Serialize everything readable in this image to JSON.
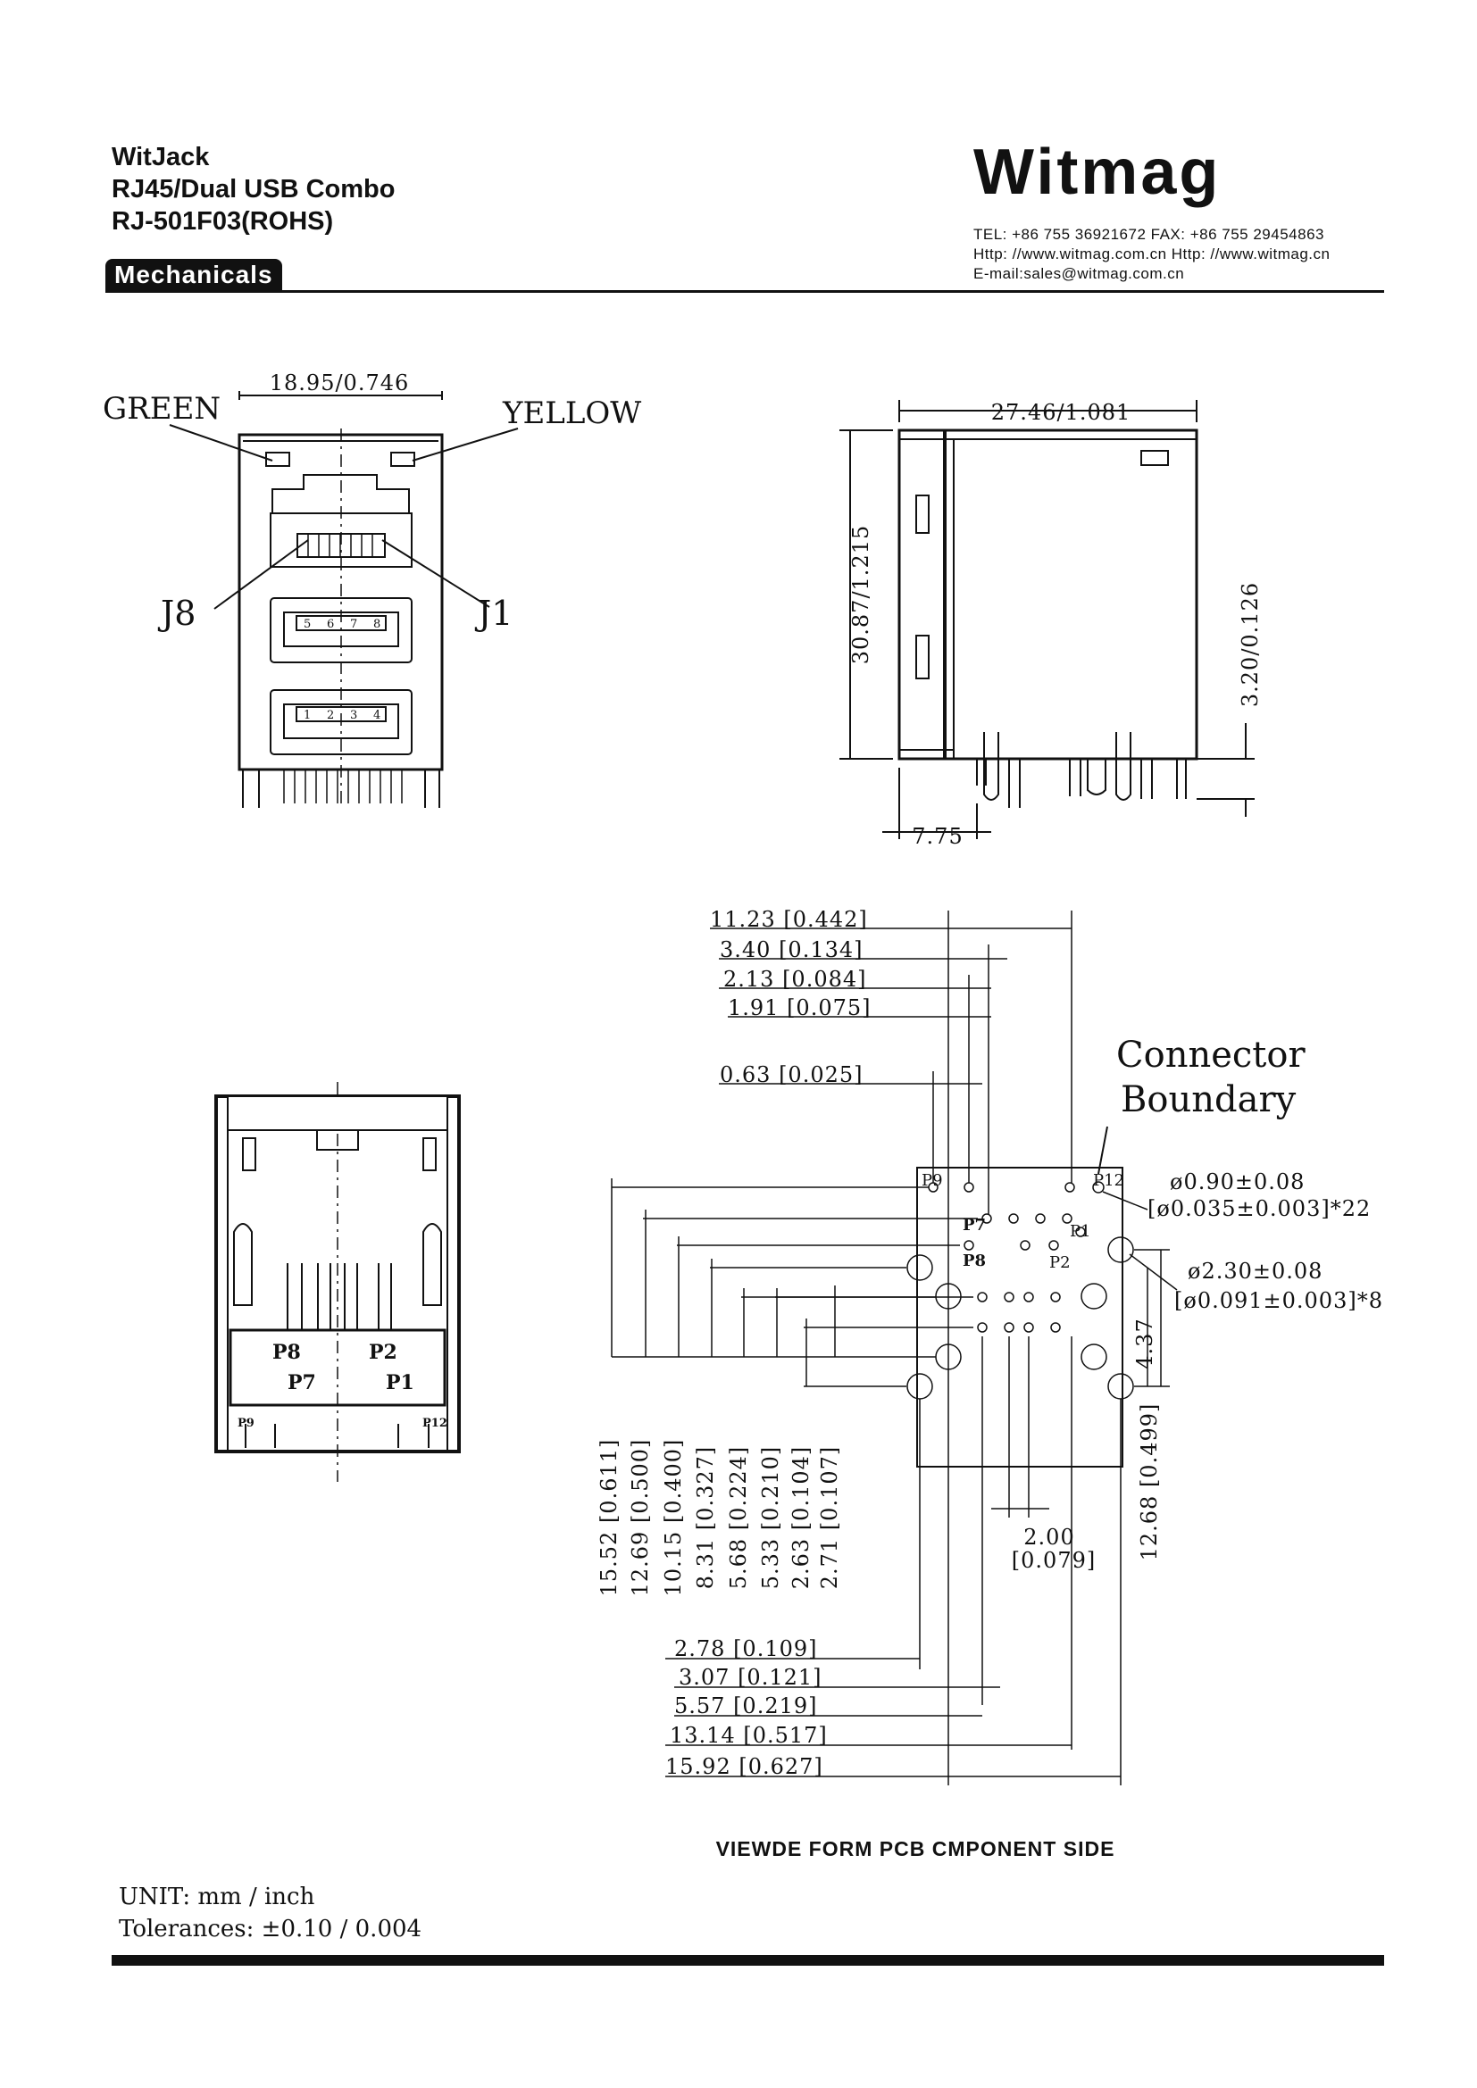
{
  "header": {
    "title_lines": [
      "WitJack",
      "RJ45/Dual USB Combo",
      "RJ-501F03(ROHS)"
    ],
    "section": "Mechanicals",
    "brand": "Witmag",
    "contact": [
      "TEL: +86  755  36921672   FAX: +86  755  29454863",
      "Http: //www.witmag.com.cn    Http: //www.witmag.cn",
      "E-mail:sales@witmag.com.cn"
    ]
  },
  "front_view": {
    "width_dim": "18.95/0.746",
    "led_left": "GREEN",
    "led_right": "YELLOW",
    "pin_left": "J8",
    "pin_right": "J1",
    "usb_top_pins": [
      "5",
      "6",
      "7",
      "8"
    ],
    "usb_bottom_pins": [
      "1",
      "2",
      "3",
      "4"
    ]
  },
  "side_view": {
    "depth_dim": "27.46/1.081",
    "height_dim": "30.87/1.215",
    "tail_dim": "3.20/0.126",
    "offset_dim": "7.75"
  },
  "bottom_view": {
    "pin_labels": [
      "P8",
      "P2",
      "P7",
      "P1",
      "P9",
      "P12"
    ]
  },
  "pcb_layout": {
    "connector_label": [
      "Connector",
      "Boundary"
    ],
    "pin_labels": [
      "P9",
      "P12",
      "P7",
      "P1",
      "P8",
      "P2"
    ],
    "top_dims": [
      "11.23  [0.442]",
      "3.40  [0.134]",
      "2.13  [0.084]",
      "1.91  [0.075]",
      "0.63  [0.025]"
    ],
    "hole_small": [
      "ø0.90±0.08",
      "[ø0.035±0.003]*22"
    ],
    "hole_large": [
      "ø2.30±0.08",
      "[ø0.091±0.003]*8"
    ],
    "right_dims": [
      "4.37",
      "12.68  [0.499]"
    ],
    "left_dims": [
      "15.52  [0.611]",
      "12.69  [0.500]",
      "10.15  [0.400]",
      "8.31  [0.327]",
      "5.68  [0.224]",
      "5.33  [0.210]",
      "2.63  [0.104]",
      "2.71  [0.107]"
    ],
    "pitch_dim": [
      "2.00",
      "[0.079]"
    ],
    "bottom_dims": [
      "2.78  [0.109]",
      "3.07  [0.121]",
      "5.57  [0.219]",
      "13.14  [0.517]",
      "15.92  [0.627]"
    ]
  },
  "view_caption": "VIEWDE FORM PCB CMPONENT SIDE",
  "notes": [
    "UNIT:  mm  /  inch",
    "Tolerances:  ±0.10  /  0.004"
  ]
}
